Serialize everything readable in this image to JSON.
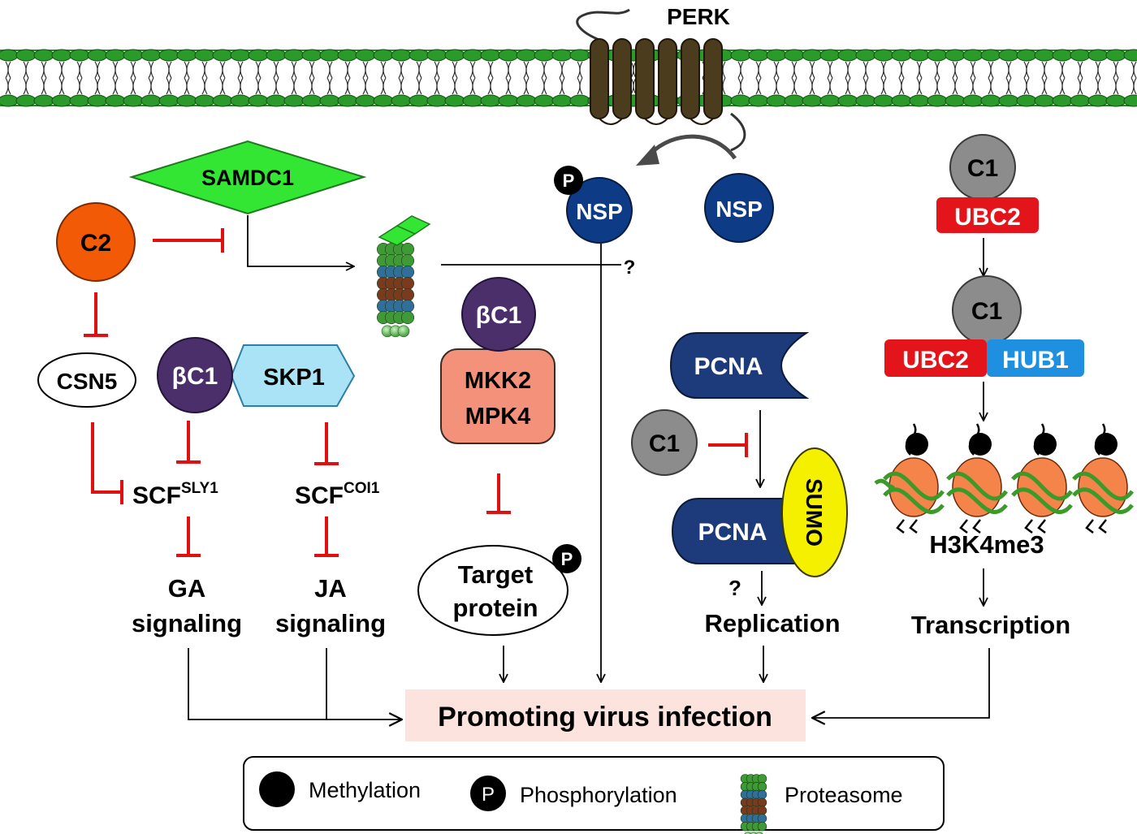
{
  "membrane": {
    "receptor_label": "PERK"
  },
  "nodes": {
    "samdc1": "SAMDC1",
    "c2": "C2",
    "csn5": "CSN5",
    "bc1_skp": "βC1",
    "skp1": "SKP1",
    "scf_sly1_base": "SCF",
    "scf_sly1_sup": "SLY1",
    "scf_coi1_base": "SCF",
    "scf_coi1_sup": "COI1",
    "ga_line1": "GA",
    "ga_line2": "signaling",
    "ja_line1": "JA",
    "ja_line2": "signaling",
    "nsp_phospho": "NSP",
    "nsp": "NSP",
    "phospho_badge": "P",
    "question_top": "?",
    "bc1_mapk": "βC1",
    "mkk2": "MKK2",
    "mpk4": "MPK4",
    "target_line1": "Target",
    "target_line2": "protein",
    "pcna_top": "PCNA",
    "c1_pcna": "C1",
    "pcna_bottom": "PCNA",
    "sumo": "SUMO",
    "question_replication": "?",
    "replication": "Replication",
    "c1_top": "C1",
    "ubc2_top": "UBC2",
    "c1_complex": "C1",
    "ubc2_complex": "UBC2",
    "hub1": "HUB1",
    "h3k4me3": "H3K4me3",
    "transcription": "Transcription",
    "outcome": "Promoting virus infection"
  },
  "legend": {
    "methylation": "Methylation",
    "phosphorylation": "Phosphorylation",
    "phospho_symbol": "P",
    "proteasome": "Proteasome"
  },
  "colors": {
    "membrane": "#1f8a1f",
    "receptor": "#4a3c1c",
    "inhibition": "#e01010",
    "samdc1": "#33e633",
    "c2": "#f25a06",
    "beta_c1": "#4b2f6b",
    "skp1": "#a9e3f5",
    "nsp": "#0d3b86",
    "mapk_box": "#f4917a",
    "pcna": "#1d3a7a",
    "sumo": "#f5f000",
    "c1": "#8c8c8c",
    "ubc2": "#e3141a",
    "hub1": "#1f8fe0",
    "outcome_bg": "#fde3de"
  }
}
